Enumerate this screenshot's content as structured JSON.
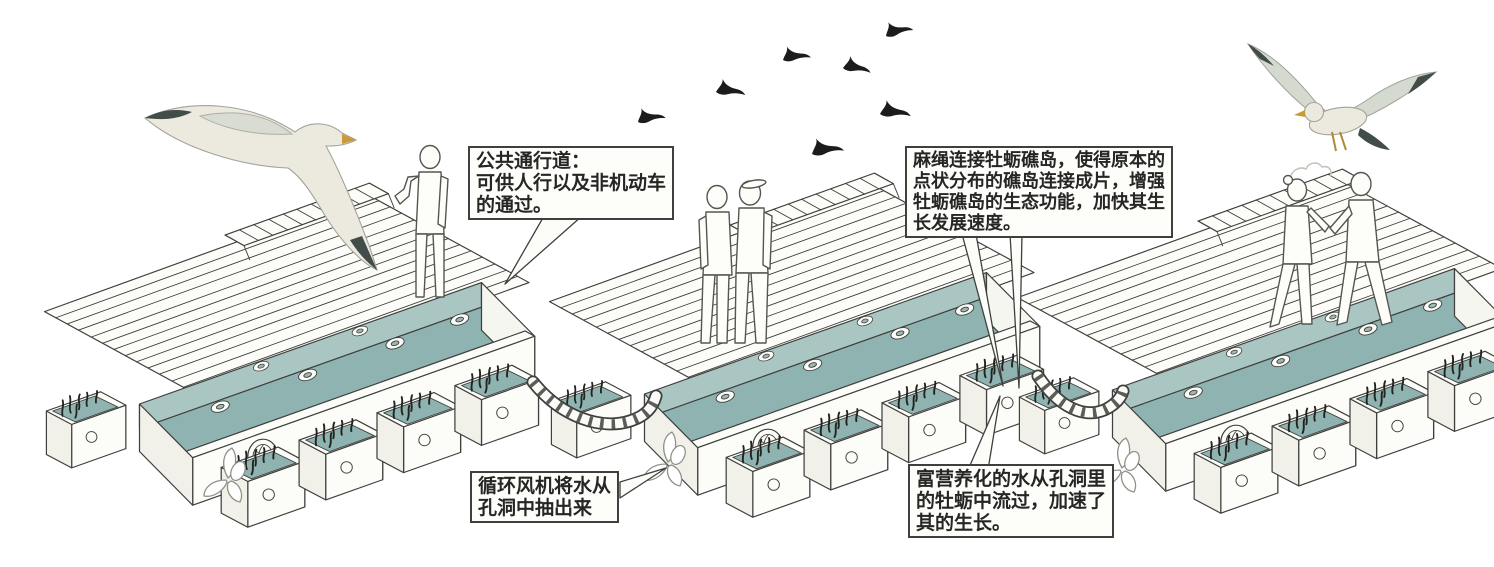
{
  "callouts": {
    "public_path": {
      "line1": "公共通行道：",
      "line2": "可供人行以及非机动车",
      "line3": "的通过。"
    },
    "rope_connection": {
      "line1": "麻绳连接牡蛎礁岛，使得原本的",
      "line2": "点状分布的礁岛连接成片，增强",
      "line3": "牡蛎礁岛的生态功能，加快其生",
      "line4": "长发展速度。"
    },
    "circulation_fan": {
      "line1": "循环风机将水从",
      "line2": "孔洞中抽出来"
    },
    "nutrient_water": {
      "line1": "富营养化的水从孔洞里",
      "line2": "的牡蛎中流过，加速了",
      "line3": "其的生长。"
    }
  },
  "colors": {
    "background": "#ffffff",
    "water_teal": "#8FB3B1",
    "water_teal_light": "#A9C6C3",
    "outline": "#3F3F3D",
    "bird_silhouette": "#1C1C1C"
  }
}
